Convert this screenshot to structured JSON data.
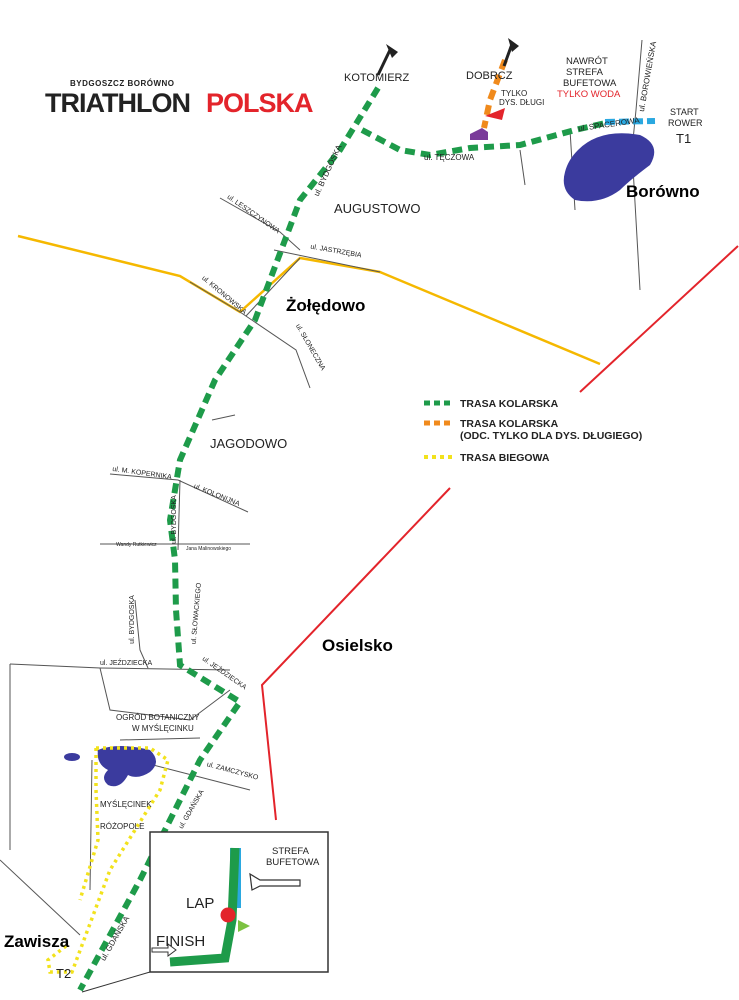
{
  "logo": {
    "small": "BYDGOSZCZ BORÓWNO",
    "triathlon": "TRIATHLON",
    "polska": "POLSKA"
  },
  "places": {
    "borowno": "Borówno",
    "zoledowo": "Żołędowo",
    "osielsko": "Osielsko",
    "zawisza": "Zawisza"
  },
  "districts": {
    "augustowo": "AUGUSTOWO",
    "jagodowo": "JAGODOWO",
    "kotomierz": "KOTOMIERZ",
    "dobrcz": "DOBRCZ",
    "ogrod_line1": "OGRÓD BOTANICZNY",
    "ogrod_line2": "W MYŚLĘCINKU",
    "myslecinek": "MYŚLĘCINEK",
    "rozopole": "RÓŻOPOLE"
  },
  "streets": {
    "teczowa": "ul. TĘCZOWA",
    "spacerowa": "ul. SPACEROWA",
    "borowienska": "ul. BOROWIEŃSKA",
    "bydgoska_top": "ul. BYDGOSKA",
    "leszczynowa": "ul. LESZCZYNOWA",
    "jastrzebia": "ul. JASTRZĘBIA",
    "kronowska": "ul. KRONOWSKA",
    "sloneczna": "ul. SŁONECZNA",
    "kopernika": "ul. M. KOPERNIKA",
    "kolonijna": "ul. KOLONIJNA",
    "bydgoska_mid": "ul. BYDGOSKA",
    "rubinowa": "Wandy Rutkiewicz",
    "malinowskiego": "Jana Malinowskiego",
    "slowackiego": "ul. SŁOWACKIEGO",
    "bydgoska_low": "ul. BYDGOSKA",
    "jezdziecka_left": "ul. JEŹDZIECKA",
    "jezdziecka_right": "ul. JEŹDZIECKA",
    "zamczysko": "ul. ZAMCZYSKO",
    "gdanska_mid": "ul. GDAŃSKA",
    "gdanska_low": "ul. GDAŃSKA"
  },
  "notes": {
    "nawrot": "NAWRÓT",
    "strefa": "STREFA",
    "bufetowa": "BUFETOWA",
    "tylko_woda": "TYLKO WODA",
    "tylko": "TYLKO",
    "dys_dlugi": "DYS. DŁUGI",
    "start": "START",
    "rower": "ROWER",
    "t1": "T1",
    "t2": "T2"
  },
  "inset": {
    "strefa": "STREFA",
    "bufetowa": "BUFETOWA",
    "lap": "LAP",
    "finish": "FINISH"
  },
  "legend": {
    "kolarska": "TRASA KOLARSKA",
    "kolarska_dlugi_line1": "TRASA KOLARSKA",
    "kolarska_dlugi_line2": "(ODC. TYLKO DLA DYS. DŁUGIEGO)",
    "biegowa": "TRASA BIEGOWA"
  },
  "colors": {
    "bike": "#1e9b4a",
    "bike_long": "#f08a1c",
    "run": "#f2e21c",
    "border_orange": "#f5b800",
    "border_red": "#e3242b",
    "lake": "#3b3b9e",
    "start_blue": "#2aa8e0",
    "road": "#555555"
  }
}
